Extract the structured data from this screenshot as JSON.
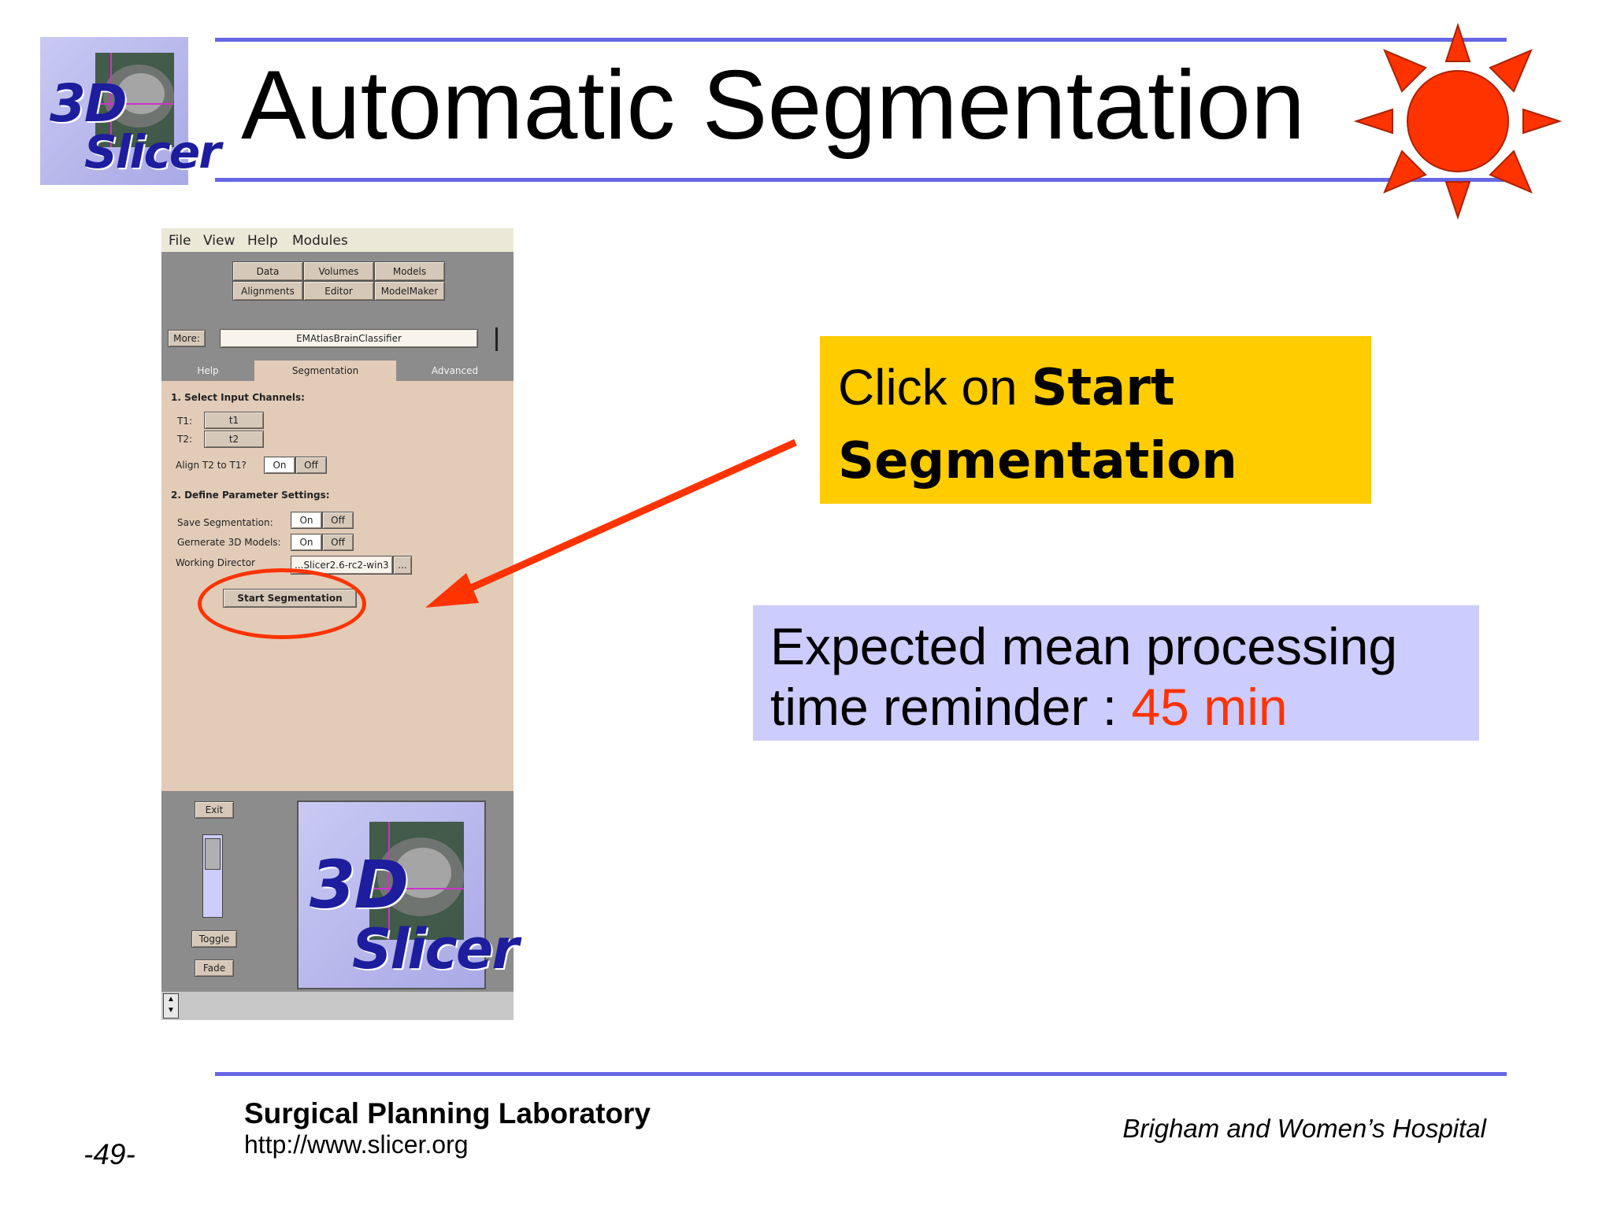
{
  "slide": {
    "title": "Automatic Segmentation",
    "logo_line1": "3D",
    "logo_line2": "Slicer"
  },
  "app": {
    "menu": [
      "File",
      "View",
      "Help",
      "Modules"
    ],
    "module_buttons": [
      "Data",
      "Volumes",
      "Models",
      "Alignments",
      "Editor",
      "ModelMaker"
    ],
    "more_label": "More:",
    "module_field": "EMAtlasBrainClassifier",
    "tabs": [
      "Help",
      "Segmentation",
      "Advanced"
    ],
    "section1": "1. Select Input Channels:",
    "t1_label": "T1:",
    "t1_value": "t1",
    "t2_label": "T2:",
    "t2_value": "t2",
    "align_label": "Align T2 to T1?",
    "on": "On",
    "off": "Off",
    "section2": "2. Define Parameter Settings:",
    "save_label": "Save Segmentation:",
    "models_label": "Gernerate 3D Models:",
    "workdir_label": "Working Director",
    "workdir_value": "...Slicer2.6-rc2-win3",
    "browse": "...",
    "start_button": "Start Segmentation",
    "exit": "Exit",
    "toggle": "Toggle",
    "fade": "Fade",
    "logo_line1": "3D",
    "logo_line2": "Slicer"
  },
  "callouts": {
    "click_prefix": "Click on ",
    "click_bold1": "Start",
    "click_bold2": "Segmentation",
    "expected_line1": "Expected mean processing",
    "expected_line2_prefix": "time reminder : ",
    "expected_time": "45 min"
  },
  "footer": {
    "lab": "Surgical Planning Laboratory",
    "url": "http://www.slicer.org",
    "hospital": "Brigham and Women’s Hospital",
    "page": "-49-"
  },
  "colors": {
    "rule": "#6666e6",
    "callout_yellow": "#ffcc00",
    "callout_blue": "#ccccff",
    "accent_red": "#ff3300",
    "time_red": "#ff3300"
  }
}
